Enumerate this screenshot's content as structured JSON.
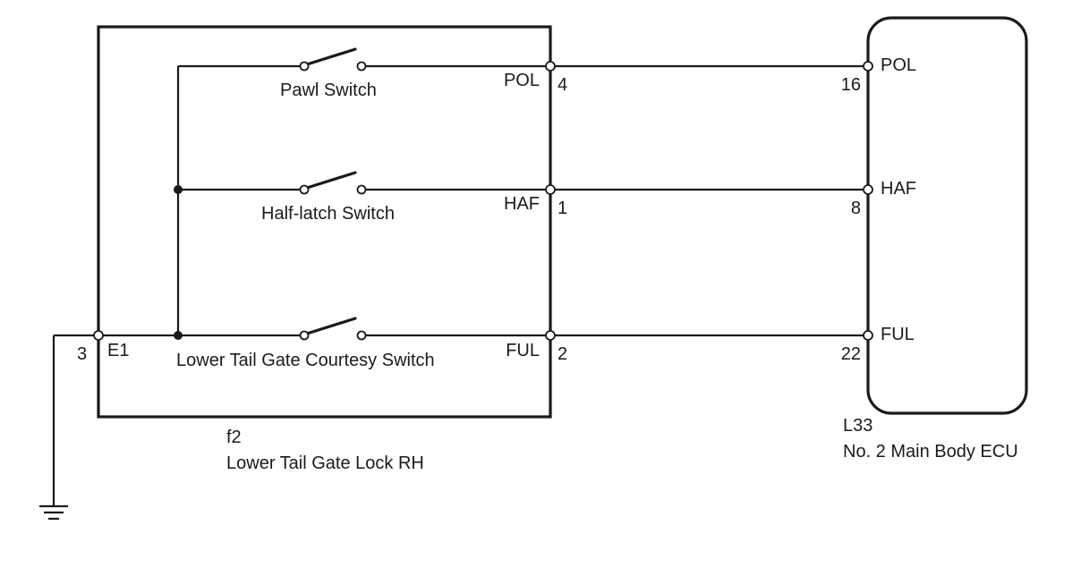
{
  "connector_lock": {
    "code": "f2",
    "name": "Lower Tail Gate Lock RH"
  },
  "connector_ecu": {
    "code": "L33",
    "name": "No. 2 Main Body ECU"
  },
  "switches": {
    "pawl": "Pawl Switch",
    "half_latch": "Half-latch Switch",
    "courtesy": "Lower Tail Gate Courtesy Switch"
  },
  "lock_terminals": {
    "pol_name": "POL",
    "pol_pin": "4",
    "haf_name": "HAF",
    "haf_pin": "1",
    "ful_name": "FUL",
    "ful_pin": "2",
    "e1_name": "E1",
    "e1_pin": "3"
  },
  "ecu_terminals": {
    "pol_name": "POL",
    "pol_pin": "16",
    "haf_name": "HAF",
    "haf_pin": "8",
    "ful_name": "FUL",
    "ful_pin": "22"
  }
}
